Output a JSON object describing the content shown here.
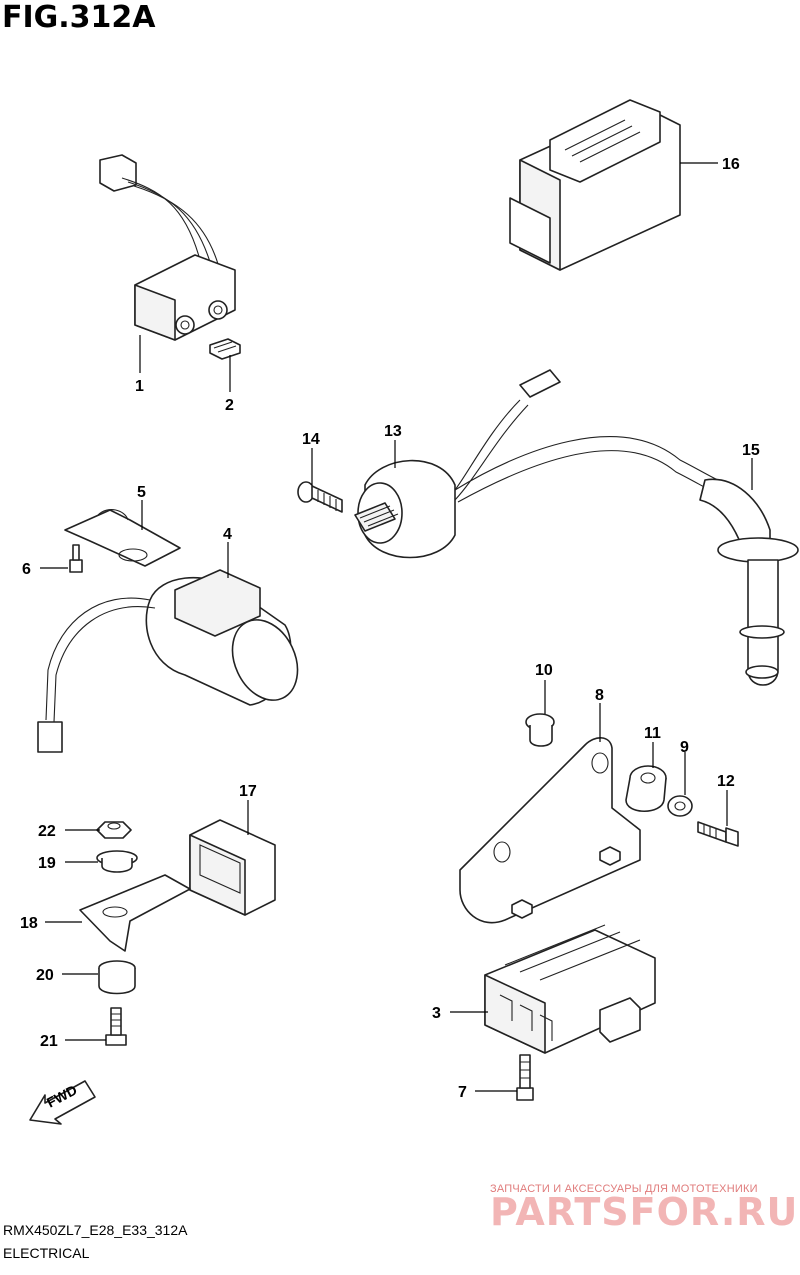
{
  "figure": {
    "title": "FIG.312A"
  },
  "footer": {
    "model_code": "RMX450ZL7_E28_E33_312A",
    "section": "ELECTRICAL"
  },
  "watermark": {
    "subtitle": "ЗАПЧАСТИ И АКСЕССУАРЫ ДЛЯ МОТОТЕХНИКИ",
    "brand": "PARTSFOR.RU",
    "color": "#f2b5b5"
  },
  "direction_marker": {
    "text": "FWD"
  },
  "callouts": {
    "c1": "1",
    "c2": "2",
    "c3": "3",
    "c4": "4",
    "c5": "5",
    "c6": "6",
    "c7": "7",
    "c8": "8",
    "c9": "9",
    "c10": "10",
    "c11": "11",
    "c12": "12",
    "c13": "13",
    "c14": "14",
    "c15": "15",
    "c16": "16",
    "c17": "17",
    "c18": "18",
    "c19": "19",
    "c20": "20",
    "c21": "21",
    "c22": "22"
  }
}
